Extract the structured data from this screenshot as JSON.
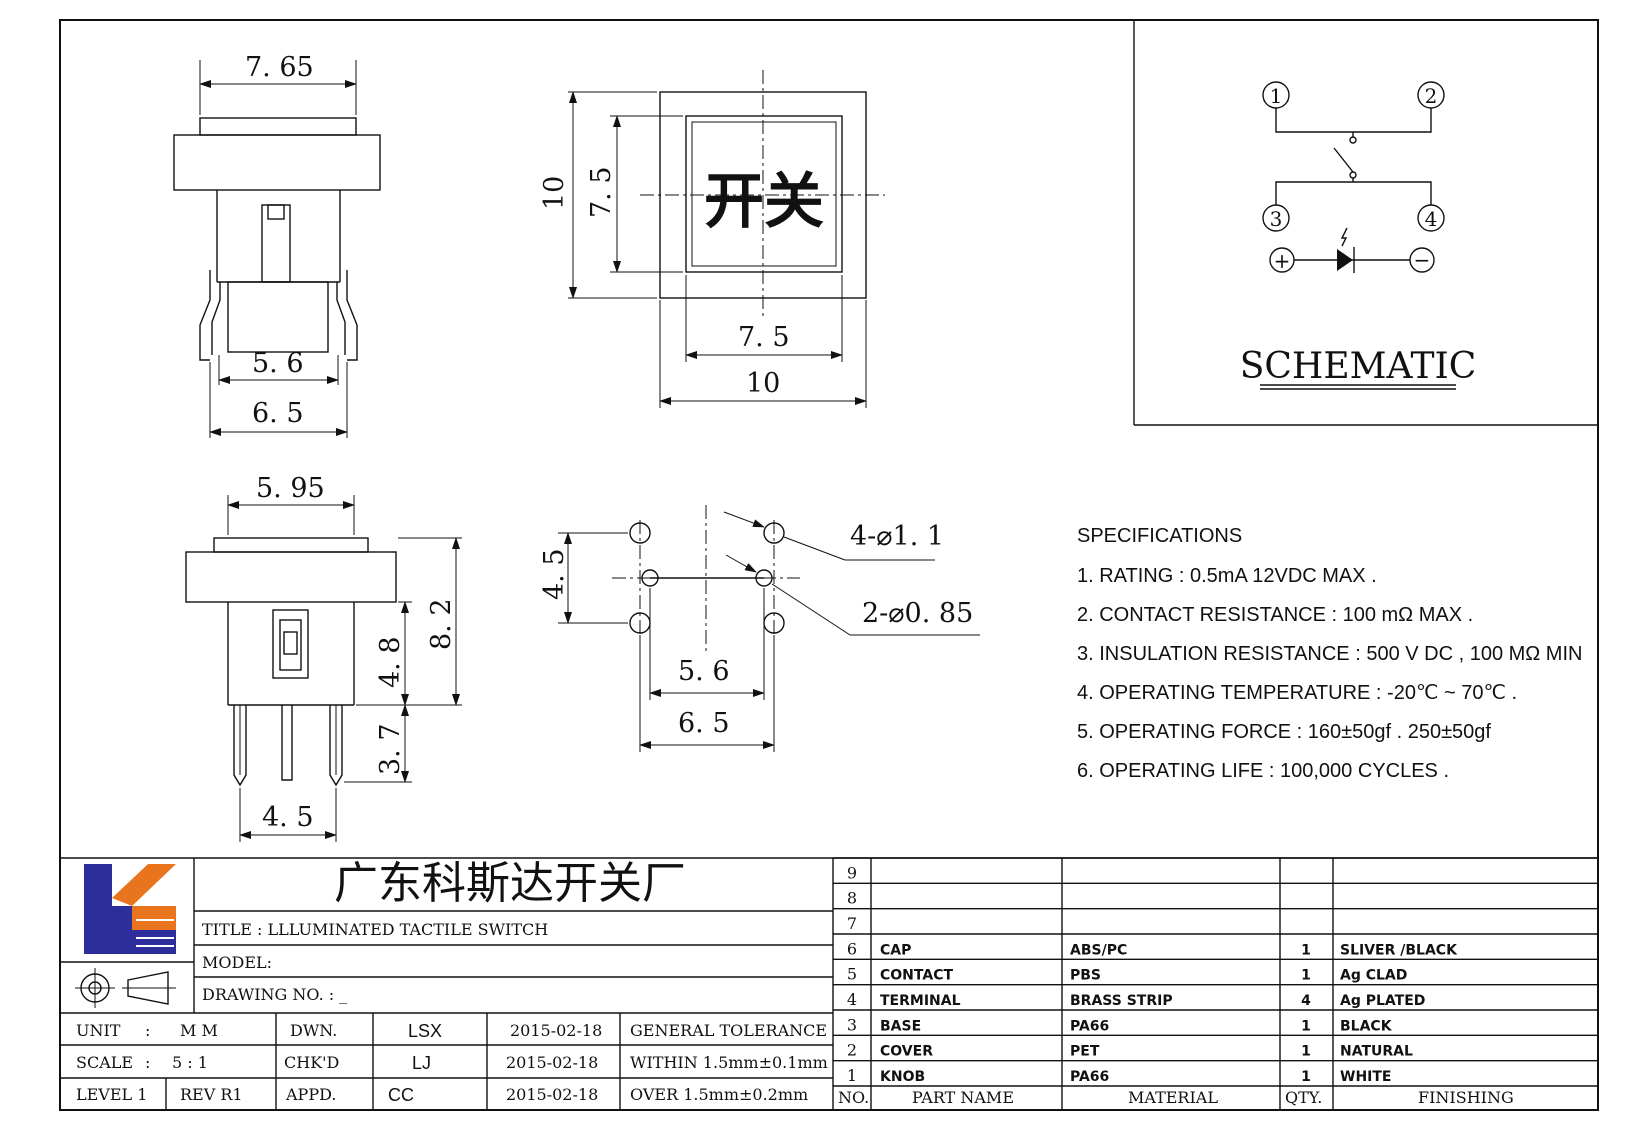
{
  "views": {
    "front": {
      "w_top": "7. 65",
      "pin_inner": "5. 6",
      "pin_outer": "6. 5"
    },
    "top": {
      "outer_v": "10",
      "inner_v": "7. 5",
      "inner_h": "7. 5",
      "outer_h": "10",
      "cap_text": "开关"
    },
    "side": {
      "width": "5. 95",
      "h_total": "8. 2",
      "h_body": "4. 8",
      "h_pin": "3. 7",
      "pin_pitch": "4. 5"
    },
    "pcb": {
      "v_pitch": "4. 5",
      "h_inner": "5. 6",
      "h_outer": "6. 5",
      "hole_big": "4-⌀1. 1",
      "hole_small": "2-⌀0. 85"
    }
  },
  "schematic": {
    "title": "SCHEMATIC",
    "pins": [
      "1",
      "2",
      "3",
      "4"
    ],
    "plus": "+",
    "minus": "−"
  },
  "specs": {
    "heading": "SPECIFICATIONS",
    "items": [
      "1. RATING : 0.5mA 12VDC MAX .",
      "2. CONTACT RESISTANCE : 100 mΩ MAX .",
      "3. INSULATION RESISTANCE : 500 V DC , 100 MΩ MIN",
      "4. OPERATING TEMPERATURE : -20℃ ~ 70℃ .",
      "5. OPERATING FORCE : 160±50gf . 250±50gf",
      "6. OPERATING LIFE : 100,000 CYCLES ."
    ]
  },
  "title_block": {
    "company": "广东科斯达开关厂",
    "title": "TITLE :   LLLUMINATED TACTILE SWITCH",
    "model": "MODEL:",
    "drawing_no": "DRAWING NO.  : _",
    "rows": [
      {
        "k1": "UNIT",
        "k2": ":",
        "v1": "M M",
        "role": "DWN.",
        "who": "LSX",
        "date": "2015-02-18",
        "tol": "GENERAL TOLERANCE"
      },
      {
        "k1": "SCALE",
        "k2": ":",
        "v1": "5 : 1",
        "role": "CHK'D",
        "who": "LJ",
        "date": "2015-02-18",
        "tol": "WITHIN 1.5mm±0.1mm"
      },
      {
        "k1": "LEVEL 1",
        "k2": "",
        "v1": "REV  R1",
        "role": "APPD.",
        "who": "CC",
        "date": "2015-02-18",
        "tol": "OVER   1.5mm±0.2mm"
      }
    ]
  },
  "bom": {
    "header": {
      "no": "NO.",
      "part": "PART  NAME",
      "material": "MATERIAL",
      "qty": "QTY.",
      "finishing": "FINISHING"
    },
    "rows": [
      {
        "no": "9",
        "part": "",
        "material": "",
        "qty": "",
        "finishing": ""
      },
      {
        "no": "8",
        "part": "",
        "material": "",
        "qty": "",
        "finishing": ""
      },
      {
        "no": "7",
        "part": "",
        "material": "",
        "qty": "",
        "finishing": ""
      },
      {
        "no": "6",
        "part": "CAP",
        "material": "ABS/PC",
        "qty": "1",
        "finishing": "SLIVER /BLACK"
      },
      {
        "no": "5",
        "part": "CONTACT",
        "material": "PBS",
        "qty": "1",
        "finishing": "Ag CLAD"
      },
      {
        "no": "4",
        "part": "TERMINAL",
        "material": "BRASS STRIP",
        "qty": "4",
        "finishing": "Ag PLATED"
      },
      {
        "no": "3",
        "part": "BASE",
        "material": "PA66",
        "qty": "1",
        "finishing": "BLACK"
      },
      {
        "no": "2",
        "part": "COVER",
        "material": "PET",
        "qty": "1",
        "finishing": "NATURAL"
      },
      {
        "no": "1",
        "part": "KNOB",
        "material": "PA66",
        "qty": "1",
        "finishing": "WHITE"
      }
    ]
  },
  "colors": {
    "logo_blue": "#2d2d9c",
    "logo_orange": "#e8741e",
    "line": "#111111"
  }
}
